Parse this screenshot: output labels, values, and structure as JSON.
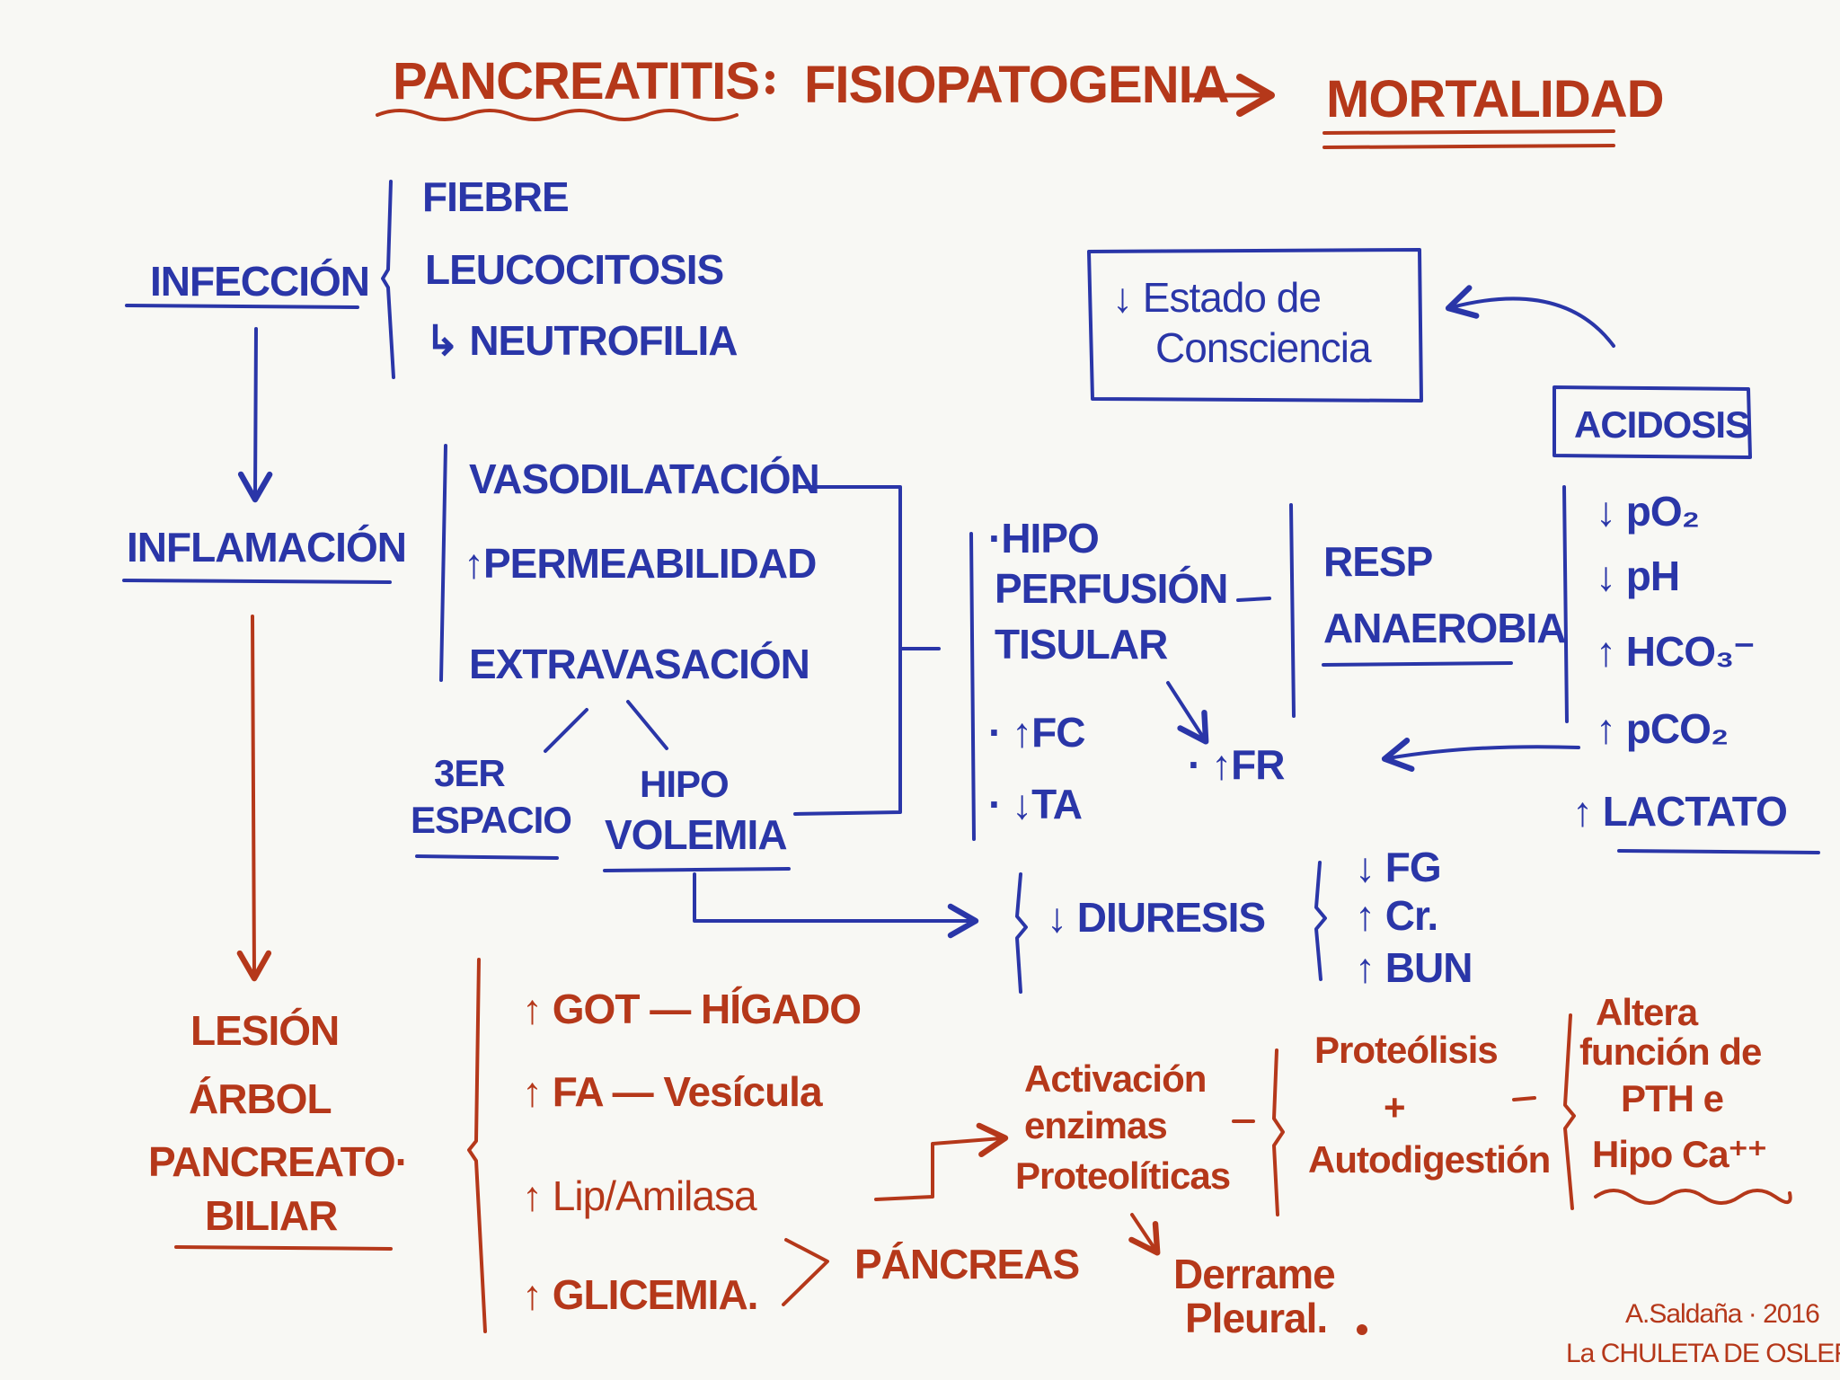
{
  "colors": {
    "blue": "#2a36a8",
    "red": "#b5381a",
    "background": "#f8f8f4"
  },
  "title": {
    "left": "PANCREATITIS",
    "sep": ":",
    "middle": "FISIOPATOGENIA",
    "right": "MORTALIDAD"
  },
  "infeccion": {
    "label": "INFECCIÓN",
    "items": [
      "FIEBRE",
      "LEUCOCITOSIS",
      "↳ NEUTROFILIA"
    ]
  },
  "inflamacion": {
    "label": "INFLAMACIÓN",
    "items": [
      "VASODILATACIÓN",
      "↑PERMEABILIDAD",
      "EXTRAVASACIÓN"
    ]
  },
  "extravasacion_out": {
    "tercer_espacio": [
      "3ER",
      "ESPACIO"
    ],
    "hipovolemia": [
      "HIPO",
      "VOLEMIA"
    ]
  },
  "hipoperfusion": {
    "lines": [
      "·HIPO",
      "PERFUSIÓN",
      "TISULAR"
    ],
    "fc": "· ↑FC",
    "ta": "· ↓TA",
    "fr": "· ↑FR"
  },
  "resp": {
    "lines": [
      "RESP",
      "ANAEROBIA"
    ]
  },
  "conciencia": {
    "lines": [
      "↓ Estado de",
      "Consciencia"
    ]
  },
  "acidosis": {
    "label": "ACIDOSIS",
    "items": [
      "↓ pO₂",
      "↓ pH",
      "↑ HCO₃⁻",
      "↑ pCO₂"
    ],
    "lactato": "↑ LACTATO"
  },
  "diuresis": {
    "label": "↓ DIURESIS",
    "items": [
      "↓ FG",
      "↑ Cr.",
      "↑ BUN"
    ]
  },
  "lesion": {
    "lines": [
      "LESIÓN",
      "ÁRBOL",
      "PANCREATO·",
      "BILIAR"
    ]
  },
  "labs": {
    "items": [
      "↑ GOT — HÍGADO",
      "↑ FA — Vesícula",
      "↑ Lip/Amilasa",
      "↑ GLICEMIA."
    ],
    "pancreas": "PÁNCREAS"
  },
  "enzimas": {
    "lines": [
      "Activación",
      "enzimas",
      "Proteolíticas"
    ]
  },
  "derrame": {
    "lines": [
      "Derrame",
      "Pleural."
    ]
  },
  "proteolisis": {
    "lines": [
      "Proteólisis",
      "+",
      "Autodigestión"
    ]
  },
  "pth": {
    "lines": [
      "Altera",
      "función de",
      "PTH e",
      "Hipo Ca⁺⁺"
    ]
  },
  "signature": {
    "author": "A.Saldaña · 2016",
    "source": "La CHULETA DE OSLER"
  }
}
